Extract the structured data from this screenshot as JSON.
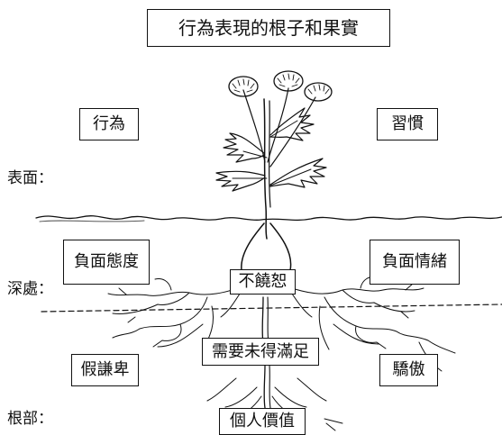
{
  "title": "行為表現的根子和果實",
  "side_labels": {
    "surface": "表面：",
    "deep": "深處：",
    "root": "根部："
  },
  "boxes": {
    "behavior": "行為",
    "habit": "習慣",
    "negative_attitude": "負面態度",
    "negative_emotion": "負面情緒",
    "unforgiving": "不饒恕",
    "unmet_needs": "需要未得滿足",
    "false_humility": "假謙卑",
    "pride": "驕傲",
    "personal_value": "個人價值"
  },
  "icons": {
    "plant": "dandelion-plant-illustration"
  },
  "colors": {
    "ink": "#111111",
    "background": "#ffffff"
  }
}
